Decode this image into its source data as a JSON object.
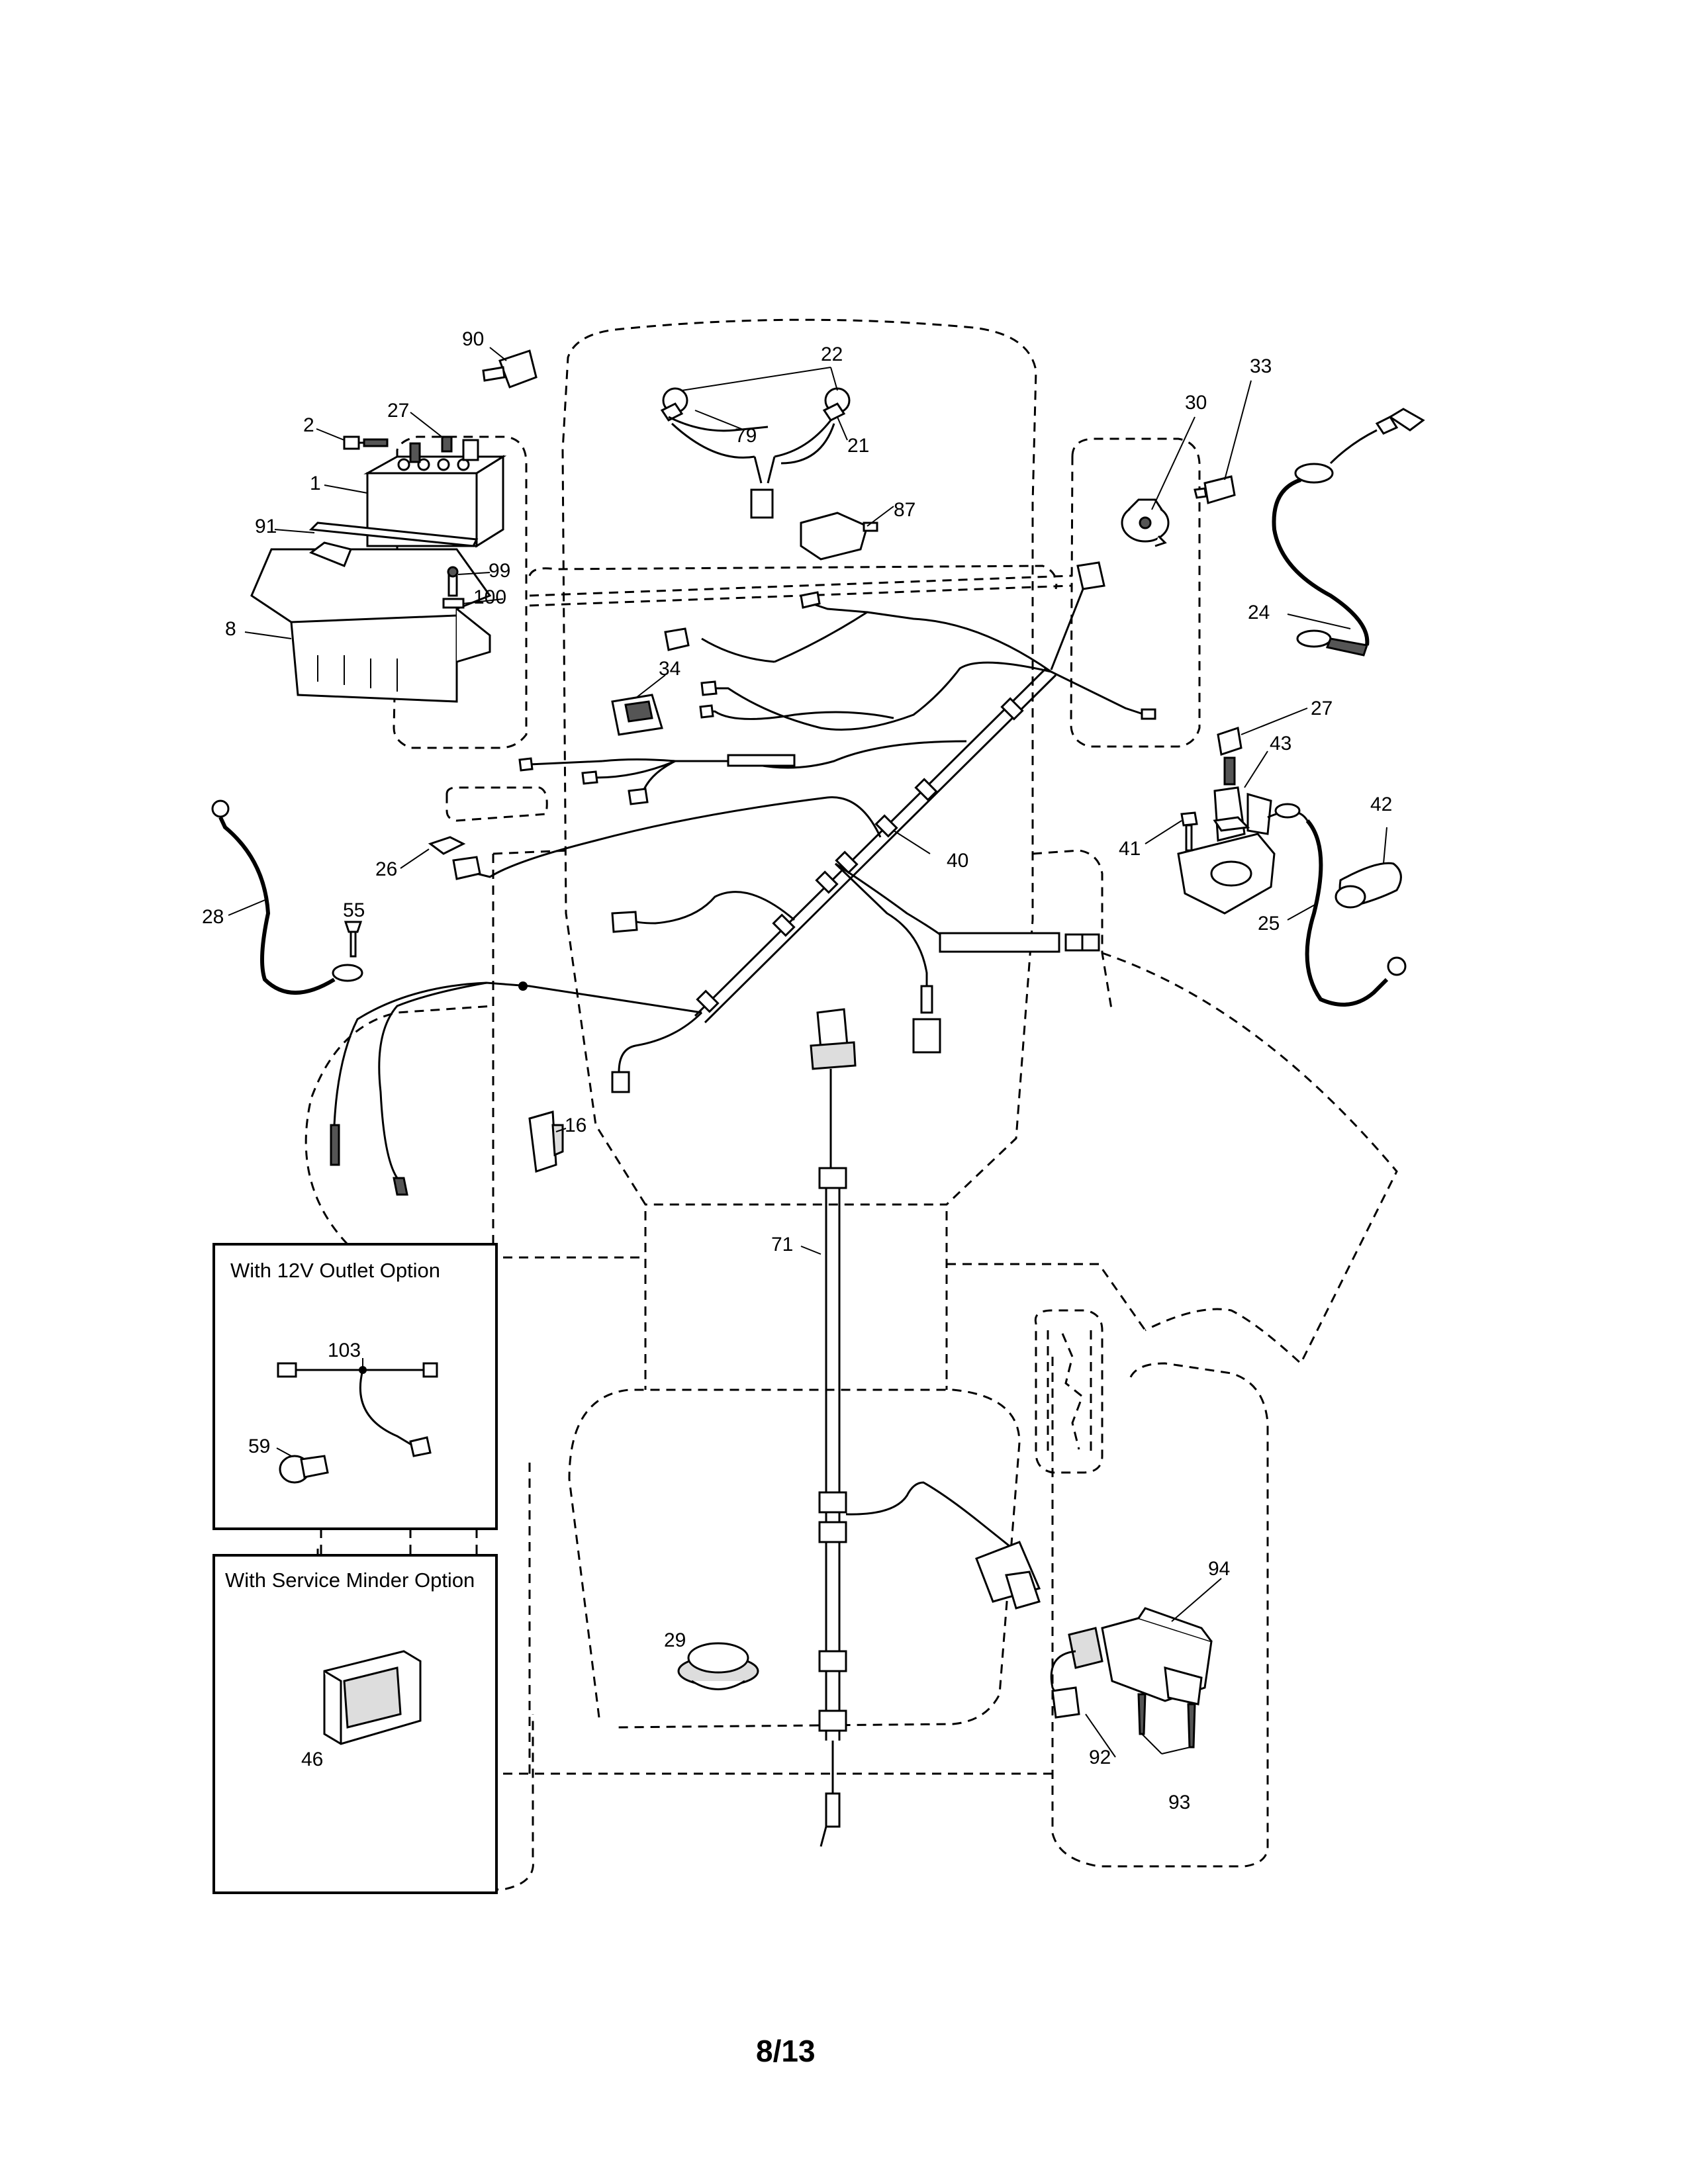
{
  "callouts": [
    {
      "id": "c90",
      "text": "90"
    },
    {
      "id": "c22",
      "text": "22"
    },
    {
      "id": "c33",
      "text": "33"
    },
    {
      "id": "c2",
      "text": "2"
    },
    {
      "id": "c27a",
      "text": "27"
    },
    {
      "id": "c79",
      "text": "79"
    },
    {
      "id": "c21",
      "text": "21"
    },
    {
      "id": "c30",
      "text": "30"
    },
    {
      "id": "c1",
      "text": "1"
    },
    {
      "id": "c87",
      "text": "87"
    },
    {
      "id": "c91",
      "text": "91"
    },
    {
      "id": "c99",
      "text": "99"
    },
    {
      "id": "c100",
      "text": "100"
    },
    {
      "id": "c24",
      "text": "24"
    },
    {
      "id": "c8",
      "text": "8"
    },
    {
      "id": "c34",
      "text": "34"
    },
    {
      "id": "c27b",
      "text": "27"
    },
    {
      "id": "c43",
      "text": "43"
    },
    {
      "id": "c42",
      "text": "42"
    },
    {
      "id": "c26",
      "text": "26"
    },
    {
      "id": "c40",
      "text": "40"
    },
    {
      "id": "c41",
      "text": "41"
    },
    {
      "id": "c28",
      "text": "28"
    },
    {
      "id": "c55",
      "text": "55"
    },
    {
      "id": "c25",
      "text": "25"
    },
    {
      "id": "c16",
      "text": "16"
    },
    {
      "id": "c71",
      "text": "71"
    },
    {
      "id": "c103",
      "text": "103"
    },
    {
      "id": "c59",
      "text": "59"
    },
    {
      "id": "c94",
      "text": "94"
    },
    {
      "id": "c29",
      "text": "29"
    },
    {
      "id": "c46",
      "text": "46"
    },
    {
      "id": "c92",
      "text": "92"
    },
    {
      "id": "c93",
      "text": "93"
    }
  ],
  "options": {
    "outlet_title": "With 12V Outlet Option",
    "minder_title": "With Service Minder Option"
  },
  "page_number": "8/13"
}
